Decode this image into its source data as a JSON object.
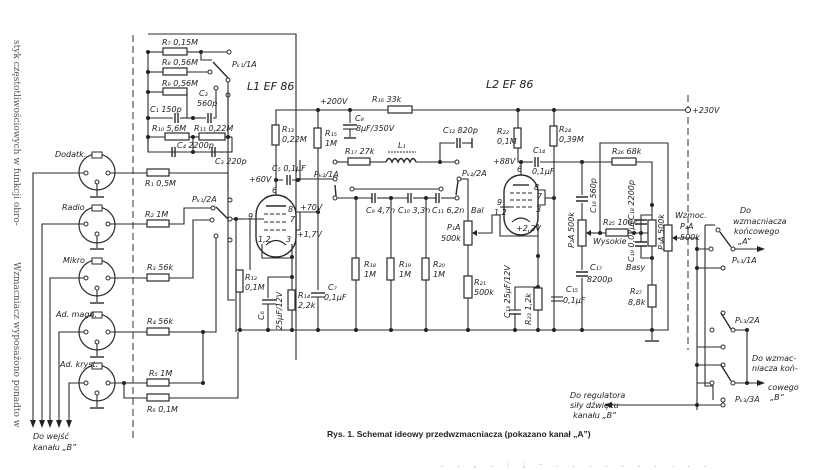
{
  "figure": {
    "caption": "Rys. 1. Schemat ideowy przedwzmacniacza (pokazano kanał „A”)",
    "tubes": {
      "L1": "L1  EF 86",
      "L2": "L2  EF 86"
    },
    "supply": {
      "b_plus": "+230V",
      "v200": "+200V",
      "v60": "+60V",
      "v70": "+70V",
      "v17": "+1,7V",
      "v88": "+88V",
      "v22": "+2,2V"
    },
    "inputs": [
      {
        "id": "dodatk",
        "label": "Dodatk."
      },
      {
        "id": "radio",
        "label": "Radio"
      },
      {
        "id": "mikro",
        "label": "Mikro"
      },
      {
        "id": "ad_magn",
        "label": "Ad. magn."
      },
      {
        "id": "ad_kryst",
        "label": "Ad. kryst."
      }
    ],
    "to_channel_b_inputs": [
      "Do wejść",
      "kanału „B”"
    ],
    "to_final_amp_a": [
      "Do",
      "wzmacniacza",
      "końcowego",
      "„A”"
    ],
    "to_final_amp_b": [
      "Do wzmac-",
      "niacza koń-",
      "cowego",
      "„B”"
    ],
    "to_volume_b": [
      "Do regulatora",
      "siły dźwięku",
      "kanału „B”"
    ],
    "components": {
      "R1": "R₁ 0,5M",
      "R2": "R₂ 1M",
      "R3": "R₃ 56k",
      "R4": "R₄ 56k",
      "R5": "R₅ 1M",
      "R6": "R₆ 0,1M",
      "R7": "R₇ 0,15M",
      "R8": "R₈ 0,56M",
      "R9": "R₉ 0,56M",
      "R10": "R₁₀ 5,6M",
      "R11": "R₁₁ 0,22M",
      "R12": [
        "R₁₂",
        "0,1M"
      ],
      "R13": [
        "R₁₃",
        "0,22M"
      ],
      "R14": [
        "R₁₄",
        "2,2k"
      ],
      "R15": [
        "R₁₅",
        "1M"
      ],
      "R16": "R₁₆ 33k",
      "R17": "R₁₇ 27k",
      "R18": [
        "R₁₈",
        "1M"
      ],
      "R19": [
        "R₁₉",
        "1M"
      ],
      "R20": [
        "R₂₀",
        "1M"
      ],
      "R21": [
        "R₂₁",
        "500k"
      ],
      "R22": [
        "R₂₂",
        "0,1M"
      ],
      "R23": "R₂₃ 1,2k",
      "R24": [
        "R₂₄",
        "0,39M"
      ],
      "R25": "R₂₅ 100k",
      "R26": "R₂₆ 68k",
      "R27": [
        "R₂₇",
        "8,8k"
      ],
      "C1": "C₁ 150p",
      "C2": [
        "C₂",
        "560p"
      ],
      "C3": "C₃ 220p",
      "C4": "C₄ 2200p",
      "C5": "C₅ 0,1µF",
      "C6": [
        "C₆",
        "25µF/12V"
      ],
      "C7": [
        "C₇",
        "0,1µF"
      ],
      "C8": [
        "C₈",
        "8µF/350V"
      ],
      "C9": "C₉ 4,7n",
      "C10": "C₁₀ 3,3n",
      "C11": "C₁₁ 6,2n",
      "C12": "C₁₂ 820p",
      "C13": "C₁₃ 25µF/12V",
      "C14": [
        "C₁₄",
        "0,1µF"
      ],
      "C15": [
        "C₁₅",
        "0,1µF"
      ],
      "C16": "C₁₆ 560p",
      "C17": [
        "C₁₇",
        "8200p"
      ],
      "C18": "C₁₈ 2200p",
      "C19": "C₁₉ 0,02µF",
      "L1": "L₁",
      "P1": [
        "P₁A",
        "500k"
      ],
      "P2": "P₂A 500k",
      "P3": "P₃A 500k",
      "P4": [
        "P₄A",
        "500k"
      ],
      "Pk1_1": "Pₖ₁/1A",
      "Pk1_2": "Pₖ₁/2A",
      "Pk2_1": "Pₖ₂/1A",
      "Pk2_2": "Pₖ₂/2A",
      "Pk3_1": "Pₖ₃/1A",
      "Pk3_2": "Pₖ₃/2A",
      "Pk3_3": "Pₖ₃/3A"
    },
    "control_labels": {
      "bal": "Bal",
      "treble": "Wysokie",
      "bass": "Basy",
      "volume": "Wzmoc."
    },
    "tube_pins": {
      "p6": "6",
      "p8": "8",
      "p9": "9",
      "p7": "7",
      "p3": "3",
      "p12": "1,2"
    }
  },
  "page_text": {
    "side_col1": "styk częstotliwościowych w funkcji obro-",
    "side_col2": "Wzmacniacz   wyposażono   ponadto   w"
  }
}
